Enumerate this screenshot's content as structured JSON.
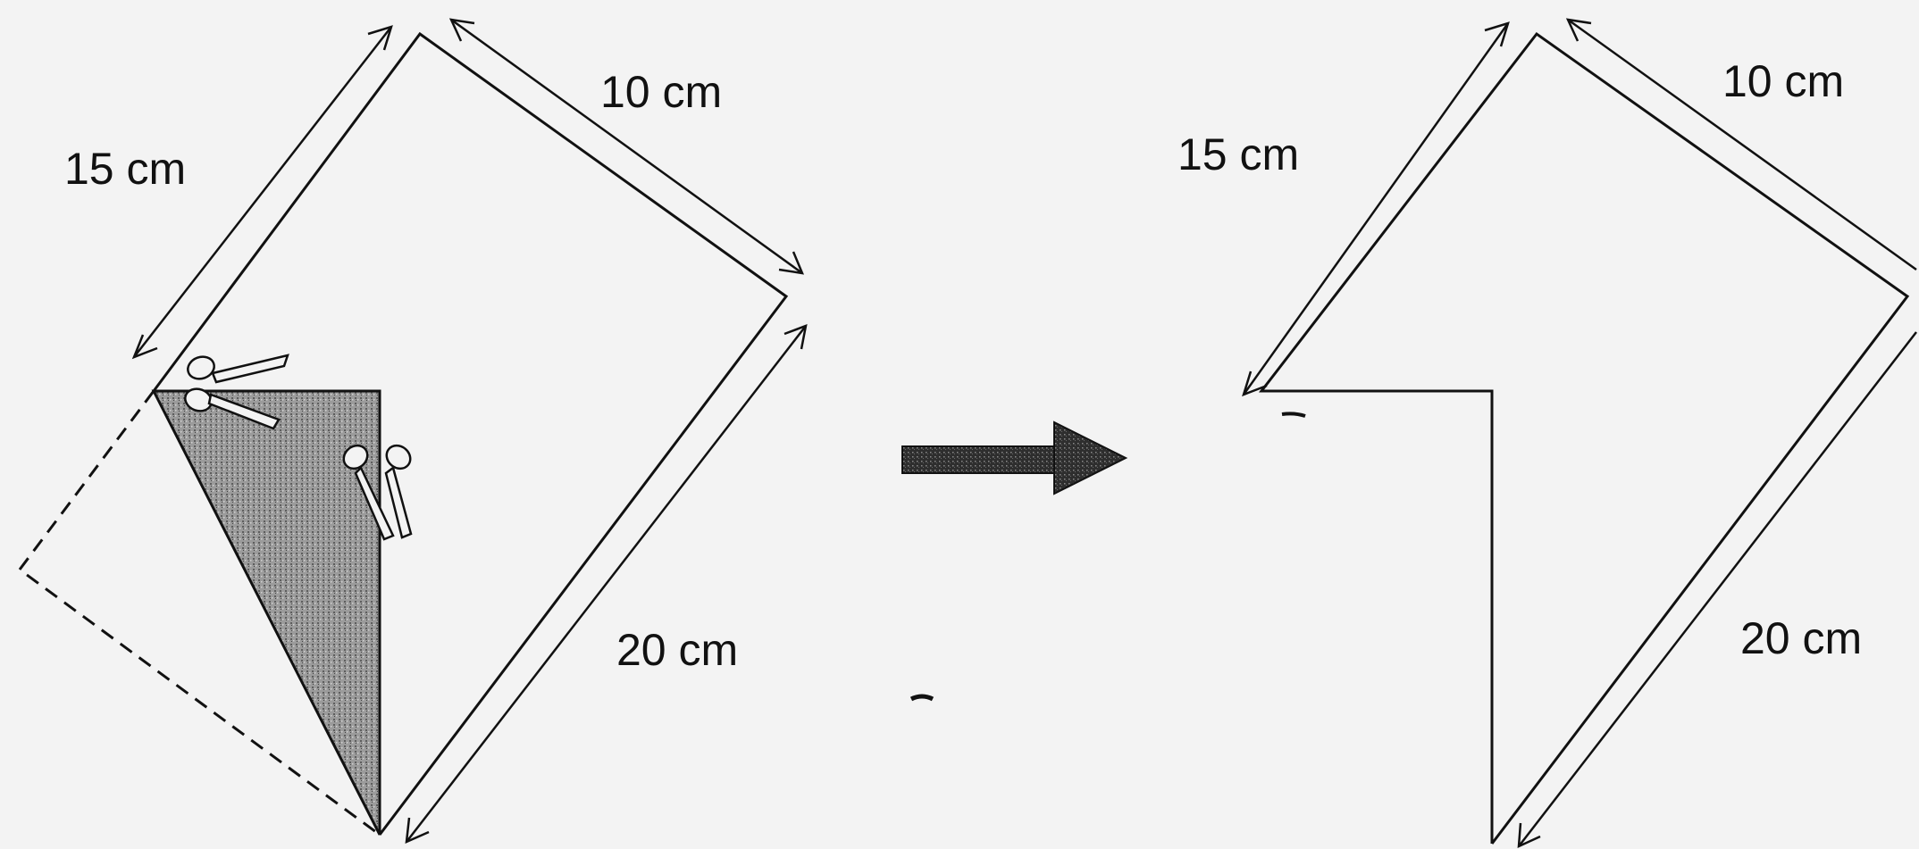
{
  "left_figure": {
    "label_left_side": "15 cm",
    "label_top_side": "10 cm",
    "label_right_side": "20 cm",
    "cut_piece": "shaded-triangle",
    "scissors_count": 2
  },
  "transition": {
    "arrow_direction": "right"
  },
  "right_figure": {
    "label_left_side": "15 cm",
    "label_top_side": "10 cm",
    "label_right_side": "20 cm"
  },
  "colors": {
    "ink": "#111111",
    "shade": "#8a8a8a",
    "background": "#f3f3f3"
  }
}
